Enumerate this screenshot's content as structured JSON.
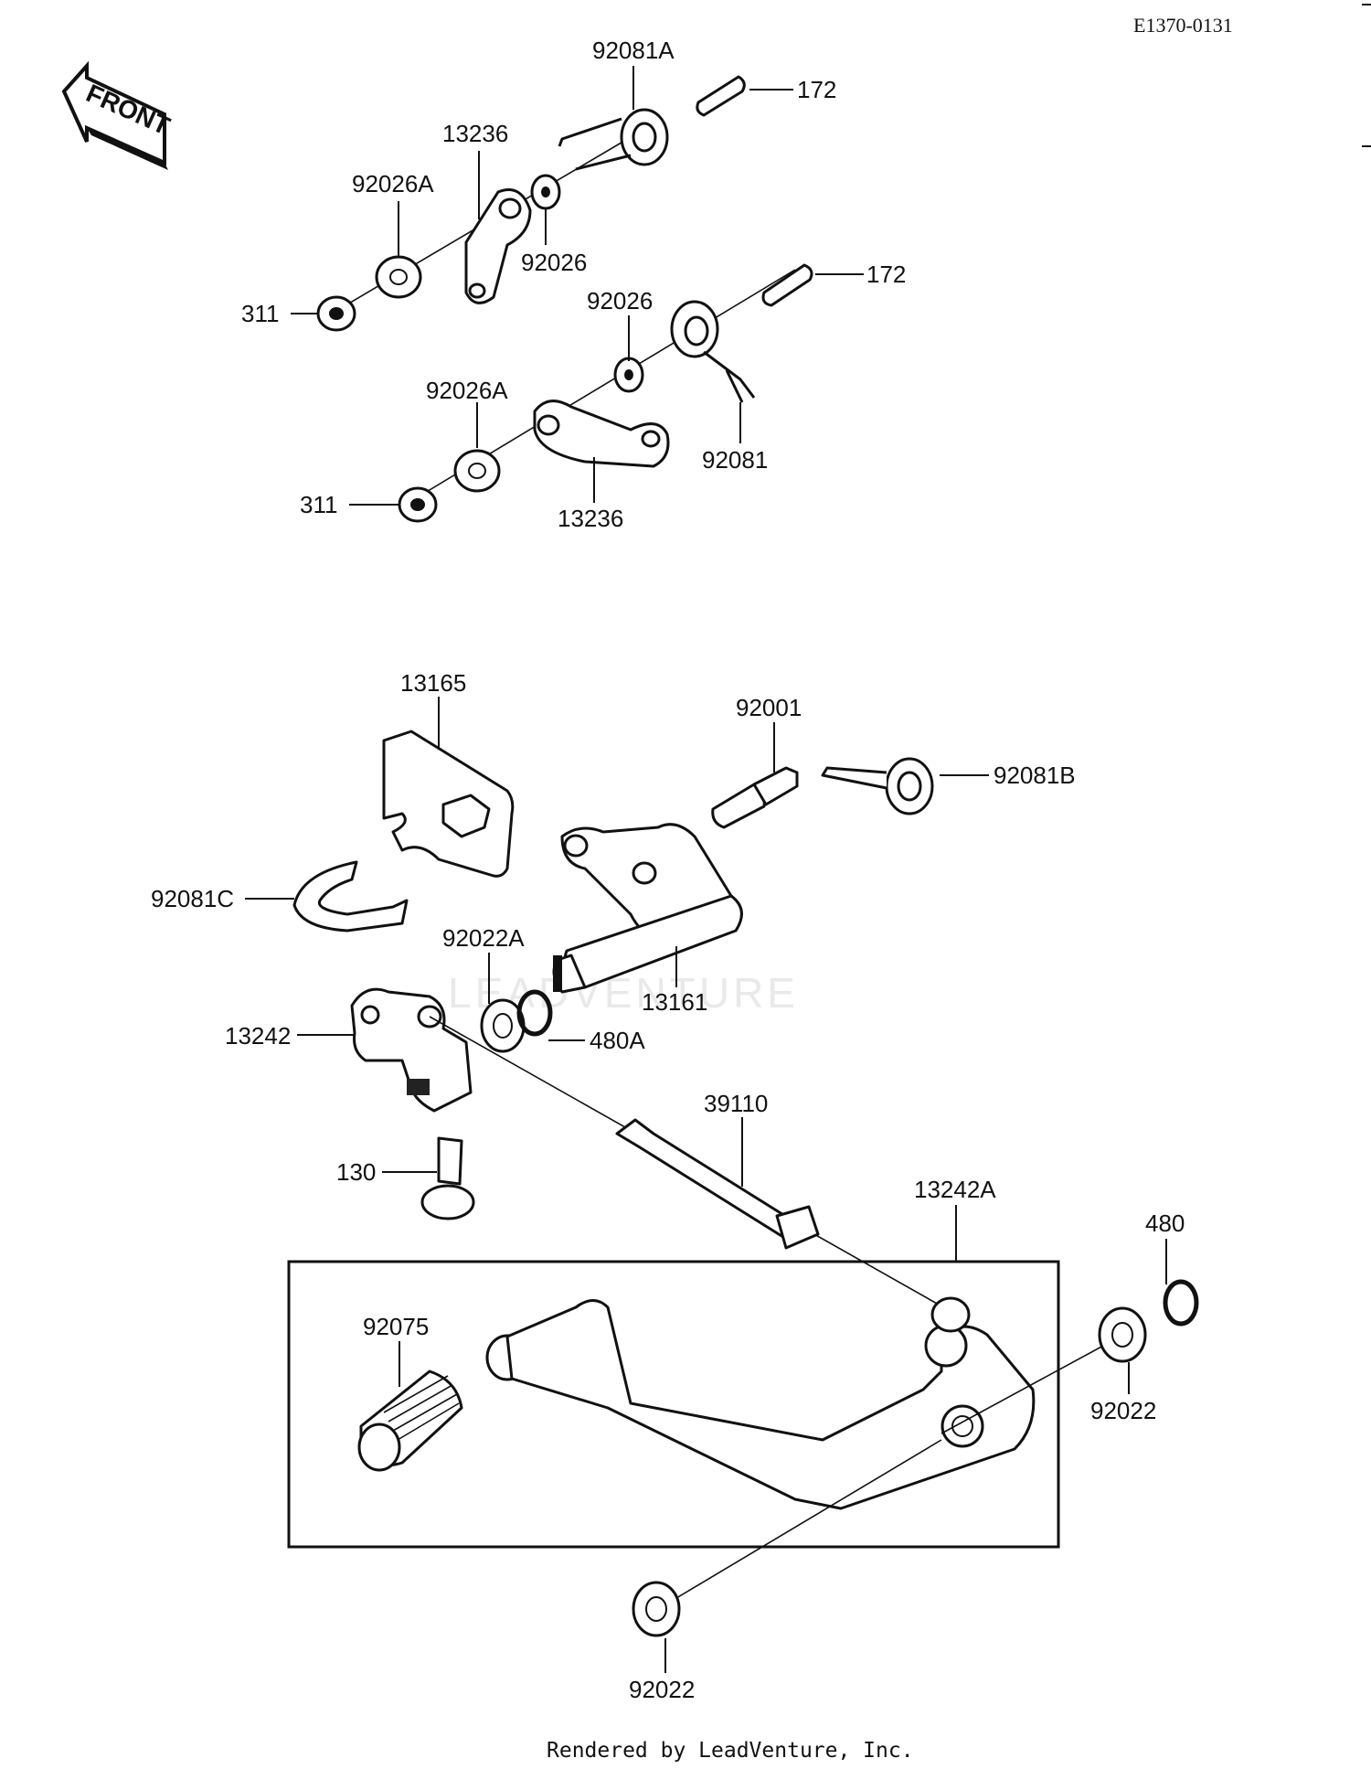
{
  "document_code": "E1370-0131",
  "front_badge": "FRONT",
  "watermark": "LEADVENTURE",
  "footer": "Rendered by LeadVenture, Inc.",
  "callouts": [
    "92081A",
    "172",
    "13236",
    "92026A",
    "92026",
    "311",
    "92026",
    "172",
    "92026A",
    "92081",
    "311",
    "13236",
    "13165",
    "92001",
    "92081B",
    "92081C",
    "92022A",
    "13161",
    "13242",
    "480A",
    "39110",
    "130",
    "13242A",
    "480",
    "92075",
    "92022",
    "92022"
  ]
}
